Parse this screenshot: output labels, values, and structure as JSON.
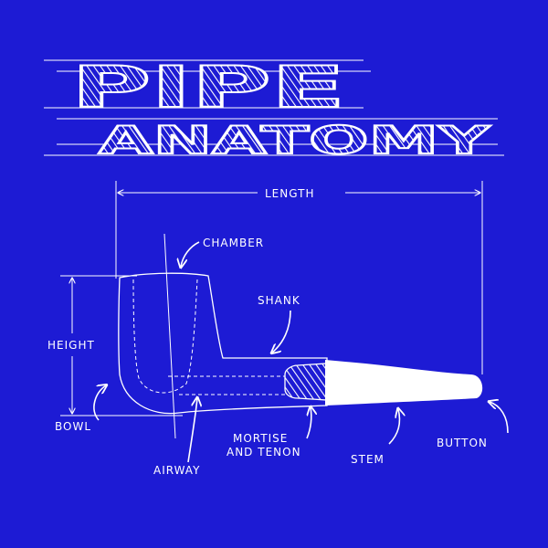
{
  "title": {
    "line1": "PIPE",
    "line2": "ANATOMY"
  },
  "labels": {
    "length": "LENGTH",
    "chamber": "CHAMBER",
    "shank": "SHANK",
    "height": "HEIGHT",
    "bowl": "BOWL",
    "airway": "AIRWAY",
    "mortise_line1": "MORTISE",
    "mortise_line2": "AND TENON",
    "stem": "STEM",
    "button": "BUTTON"
  },
  "colors": {
    "background": "#1d1bd4",
    "ink": "#ffffff"
  }
}
